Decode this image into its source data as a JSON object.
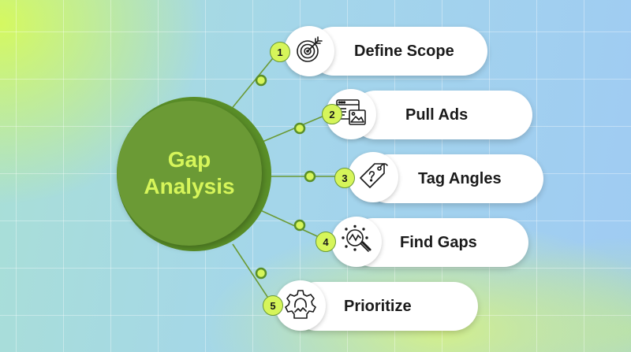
{
  "center": {
    "title": "Gap Analysis"
  },
  "steps": [
    {
      "number": "1",
      "label": "Define Scope",
      "icon": "target-icon"
    },
    {
      "number": "2",
      "label": "Pull Ads",
      "icon": "browser-ads-icon"
    },
    {
      "number": "3",
      "label": "Tag Angles",
      "icon": "question-tag-icon"
    },
    {
      "number": "4",
      "label": "Find Gaps",
      "icon": "magnifier-chart-icon"
    },
    {
      "number": "5",
      "label": "Prioritize",
      "icon": "gear-icon"
    }
  ],
  "colors": {
    "hub": "#6b9a35",
    "hub_ring": "#5a8f28",
    "accent": "#d6f55a",
    "connector": "#6b9a35",
    "pill": "#ffffff",
    "text": "#1a1a1a"
  }
}
